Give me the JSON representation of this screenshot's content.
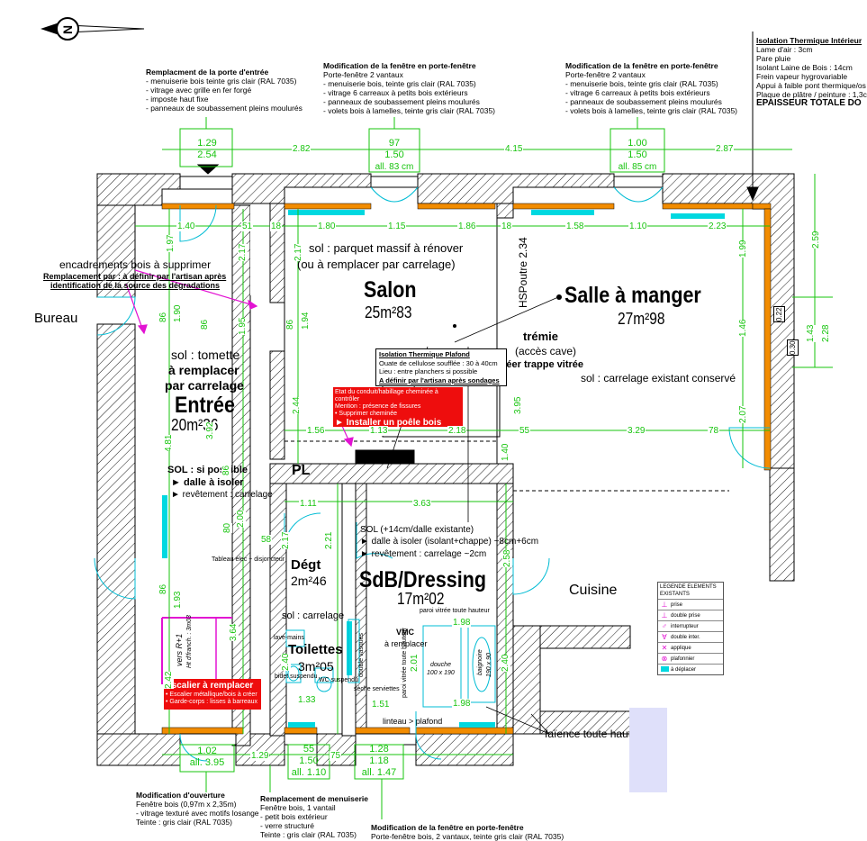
{
  "rooms": {
    "salon": {
      "name": "Salon",
      "area": "25m²83",
      "floor1": "sol : parquet massif à rénover",
      "floor2": "(ou à remplacer par carrelage)"
    },
    "salle_a_manger": {
      "name": "Salle à manger",
      "area": "27m²98",
      "floor": "sol : carrelage existant conservé"
    },
    "entree": {
      "name": "Entrée",
      "area": "20m²36",
      "floor1": "sol : tomette",
      "floor2": "à remplacer",
      "floor3": "par carrelage",
      "sol_title": "SOL : si possible",
      "sol_a": "► dalle à isoler",
      "sol_b": "► revêtement : carrelage"
    },
    "sdb": {
      "name": "SdB/Dressing",
      "area": "17m²02",
      "sol1": "SOL (+14cm/dalle existante)",
      "sol2": "► dalle à isoler (isolant+chappe) ~8cm+6cm",
      "sol3": "► revêtement : carrelage ~2cm"
    },
    "degt": {
      "name": "Dégt",
      "area": "2m²46",
      "floor": "sol : carrelage"
    },
    "toilettes": {
      "name": "Toilettes",
      "area": "3m²05"
    },
    "pl": "PL",
    "bureau": "Bureau",
    "cuisine": "Cuisine"
  },
  "tremie": {
    "title": "trémie",
    "sub": "(accès cave)",
    "action": "créer trappe vitrée"
  },
  "hsp": "HSPoutre 2.34",
  "notes": {
    "porte_entree": {
      "title": "Remplacment de la porte d'entrée",
      "lines": [
        "- menuiserie bois teinte gris clair (RAL 7035)",
        "- vitrage avec grille en fer forgé",
        "- imposte haut fixe",
        "- panneaux de soubassement pleins moulurés"
      ]
    },
    "fenetre_salon": {
      "title": "Modification de la fenêtre en porte-fenêtre",
      "lines": [
        "Porte-fenêtre 2 vantaux",
        "- menuiserie bois, teinte gris clair (RAL 7035)",
        "- vitrage 6 carreaux à petits bois extérieurs",
        "- panneaux de soubassement pleins moulurés",
        "- volets bois à lamelles, teinte gris clair (RAL 7035)"
      ]
    },
    "fenetre_sam": {
      "title": "Modification de la fenêtre en porte-fenêtre",
      "lines": [
        "Porte-fenêtre 2 vantaux",
        "- menuiserie bois, teinte gris clair (RAL 7035)",
        "- vitrage 6 carreaux à petits bois extérieurs",
        "- panneaux de soubassement pleins moulurés",
        "- volets bois à lamelles, teinte gris clair (RAL 7035)"
      ]
    },
    "isolation_int": {
      "title": "Isolation Thermique Intérieur",
      "lines": [
        "Lame d'air : 3cm",
        "Pare pluie",
        "Isolant Laine de Bois : 14cm",
        "Frein vapeur hygrovariable",
        "Appui à faible pont thermique/os",
        "Plaque de plâtre / peinture : 1,3c"
      ],
      "total": "EPAISSEUR TOTALE DO"
    },
    "ouverture": {
      "title": "Modification d'ouverture",
      "lines": [
        "Fenêtre bois (0,97m x 2,35m)",
        "- vitrage texturé avec motifs losange",
        "Teinte : gris clair (RAL 7035)"
      ]
    },
    "menuiserie": {
      "title": "Remplacement de menuiserie",
      "lines": [
        "Fenêtre bois, 1 vantail",
        "- petit bois extérieur",
        "- verre structuré",
        "Teinte : gris clair (RAL 7035)"
      ]
    },
    "fenetre_sdb": {
      "title": "Modification de la fenêtre en porte-fenêtre",
      "lines": [
        "Porte-fenêtre bois, 2 vantaux, teinte gris clair (RAL 7035)"
      ]
    }
  },
  "encadrements": {
    "line1": "encadrements bois à supprimer",
    "line2": "Remplacement par : à définir par l'artisan après",
    "line3": "identification de la source des dégradations"
  },
  "isol_plafond": {
    "title": "Isolation Thermique Plafond",
    "lines": [
      "Ouate de cellulose soufflée : 30 à 40cm",
      "Lieu : entre planchers si possible"
    ],
    "action": "A définir par l'artisan après sondages"
  },
  "red_boxes": {
    "poele": {
      "line1": "Etat du conduit/habillage cheminée à contrôler",
      "line2": "Mention : présence de fissures",
      "line3": "• Supprimer cheminée",
      "big": "► Installer un poêle bois"
    },
    "escalier": {
      "big": "Escalier à remplacer",
      "line1": "• Escalier métallique/bois à créer",
      "line2": "• Garde-corps : lisses à barreaux"
    }
  },
  "labels": {
    "tableau": "Tableau élec + disjoncteur",
    "lave_mains": "lave-mains",
    "bidet": "bidet suspendu",
    "wc": "WC suspendu",
    "seche": "sèche serviettes",
    "double_vasques": "double vasques",
    "vmc": "VMC",
    "vmc2": "à remplacer",
    "paroi": "paroi vitrée toute hauteur",
    "paroi_top": "paroi vitrée toute hauteur",
    "douche": "douche",
    "douche_dim": "100 x 190",
    "baignoire": "baignoire",
    "baignoire_dim": "190 x 90",
    "linteau": "linteau > plafond",
    "faience": "faïence toute hauteur",
    "vers_rdj": "vers R+1",
    "ht_franch": "Ht d'franch. : 3m03"
  },
  "legend": {
    "title": "LEGENDE ELEMENTS EXISTANTS",
    "items": [
      "prise",
      "double prise",
      "interrupteur",
      "double inter.",
      "applique",
      "plafonnier",
      "à déplacer"
    ]
  },
  "dimensions": {
    "window_labels": [
      {
        "a": "1.29",
        "b": "2.54"
      },
      {
        "a": "97",
        "b": "1.50",
        "c": "all. 83 cm"
      },
      {
        "a": "1.00",
        "b": "1.50",
        "c": "all. 85 cm"
      },
      {
        "a": "1.02",
        "b": "all. 3.95"
      },
      {
        "a": "55",
        "b": "1.50",
        "c": "all. 1.10"
      },
      {
        "a": "1.28",
        "b": "1.18",
        "c": "all. 1.47"
      }
    ],
    "top_row": [
      "2.82",
      "4.15",
      "2.87"
    ],
    "row2": [
      "1.40",
      "51",
      "18",
      "1.80",
      "1.15",
      "1.86",
      "18",
      "1.58",
      "1.10",
      "2.23"
    ],
    "row_mid": [
      "1.56",
      "1.13",
      "2.18",
      "55",
      "3.29",
      "78"
    ],
    "row_sdb": [
      "1.11",
      "3.63",
      "58",
      "1.98",
      "1.98",
      "1.33",
      "1.51",
      "1.29",
      "75"
    ],
    "vertical": [
      "1.97",
      "86",
      "1.90",
      "2.17",
      "86",
      "1.95",
      "2.17",
      "86",
      "1.94",
      "2.44",
      "3.92",
      "4.81",
      "80",
      "2.00",
      "2.17",
      "2.21",
      "86",
      "1.93",
      "3.64",
      "2.42",
      "2.40",
      "2.01",
      "2.40",
      "2.07",
      "1.99",
      "1.46",
      "2.59",
      "1.43",
      "2.28",
      "2.58",
      "1.40",
      "3.95",
      "0.22",
      "0.30",
      "86"
    ]
  }
}
